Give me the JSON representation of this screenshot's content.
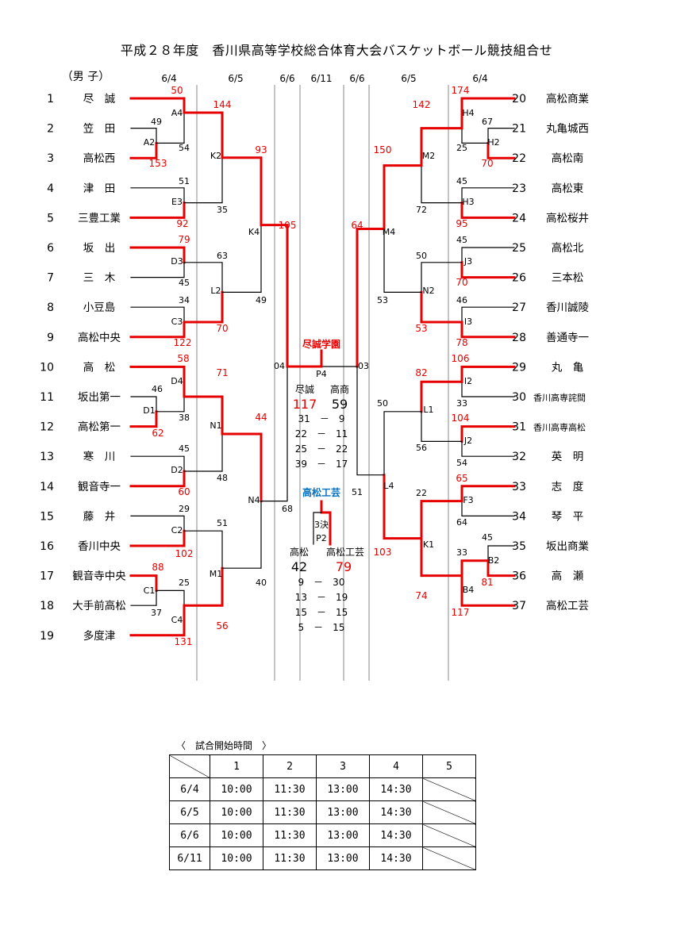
{
  "title": "平成２８年度　香川県高等学校総合体育大会バスケットボール競技組合せ",
  "division": "（男 子）",
  "colors": {
    "winner": "#e60000",
    "line": "#000000",
    "final_red": "#e60000",
    "third_blue": "#0070c0"
  },
  "date_headers": [
    "6/4",
    "6/5",
    "6/6",
    "6/11",
    "6/6",
    "6/5",
    "6/4"
  ],
  "teams_left": [
    {
      "num": "1",
      "name": "尽　誠"
    },
    {
      "num": "2",
      "name": "笠　田"
    },
    {
      "num": "3",
      "name": "高松西"
    },
    {
      "num": "4",
      "name": "津　田"
    },
    {
      "num": "5",
      "name": "三豊工業"
    },
    {
      "num": "6",
      "name": "坂　出"
    },
    {
      "num": "7",
      "name": "三　木"
    },
    {
      "num": "8",
      "name": "小豆島"
    },
    {
      "num": "9",
      "name": "高松中央"
    },
    {
      "num": "10",
      "name": "高　松"
    },
    {
      "num": "11",
      "name": "坂出第一"
    },
    {
      "num": "12",
      "name": "高松第一"
    },
    {
      "num": "13",
      "name": "寒　川"
    },
    {
      "num": "14",
      "name": "観音寺一"
    },
    {
      "num": "15",
      "name": "藤　井"
    },
    {
      "num": "16",
      "name": "香川中央"
    },
    {
      "num": "17",
      "name": "観音寺中央"
    },
    {
      "num": "18",
      "name": "大手前高松"
    },
    {
      "num": "19",
      "name": "多度津"
    }
  ],
  "teams_right": [
    {
      "num": "20",
      "name": "高松商業"
    },
    {
      "num": "21",
      "name": "丸亀城西"
    },
    {
      "num": "22",
      "name": "高松南"
    },
    {
      "num": "23",
      "name": "高松東"
    },
    {
      "num": "24",
      "name": "高松桜井"
    },
    {
      "num": "25",
      "name": "高松北"
    },
    {
      "num": "26",
      "name": "三本松"
    },
    {
      "num": "27",
      "name": "香川誠陵"
    },
    {
      "num": "28",
      "name": "善通寺一"
    },
    {
      "num": "29",
      "name": "丸　亀"
    },
    {
      "num": "30",
      "name": "香川高専詫間"
    },
    {
      "num": "31",
      "name": "香川高専高松"
    },
    {
      "num": "32",
      "name": "英　明"
    },
    {
      "num": "33",
      "name": "志　度"
    },
    {
      "num": "34",
      "name": "琴　平"
    },
    {
      "num": "35",
      "name": "坂出商業"
    },
    {
      "num": "36",
      "name": "高　瀬"
    },
    {
      "num": "37",
      "name": "高松工芸"
    }
  ],
  "game_labels_left": [
    "A4",
    "A2",
    "E3",
    "D3",
    "C3",
    "D4",
    "D1",
    "D2",
    "C2",
    "C1",
    "C4",
    "K2",
    "L2",
    "N1",
    "M1",
    "K4",
    "N4"
  ],
  "game_labels_right": [
    "H4",
    "H2",
    "H3",
    "J3",
    "I3",
    "I2",
    "J2",
    "F3",
    "B2",
    "B4",
    "M2",
    "N2",
    "L1",
    "K1",
    "M4",
    "L4"
  ],
  "scores": {
    "l1": "50",
    "l2": "49",
    "l3": "153",
    "l23": "54",
    "l4": "51",
    "l5": "92",
    "l6": "79",
    "l7": "45",
    "l8": "34",
    "l9": "122",
    "l10": "58",
    "l11": "46",
    "l12": "62",
    "l1112": "38",
    "l13": "45",
    "l14": "60",
    "l15": "29",
    "l16": "102",
    "l17": "88",
    "l18": "37",
    "l17w": "25",
    "l19": "131",
    "a4": "144",
    "e3": "35",
    "d3": "63",
    "c3": "70",
    "d4": "71",
    "d2": "48",
    "c2": "51",
    "c4": "56",
    "k2": "93",
    "n1": "44",
    "m1": "40",
    "k4": "105",
    "n4": "68",
    "r20": "174",
    "r21": "67",
    "r22": "70",
    "r2122": "25",
    "r23": "45",
    "r24": "95",
    "r25": "45",
    "r26": "70",
    "r27": "46",
    "r28": "78",
    "r29": "106",
    "r30": "33",
    "r31": "104",
    "r32": "54",
    "r33": "65",
    "r34": "64",
    "r35": "45",
    "r36": "81",
    "r37": "117",
    "r3536": "33",
    "h4": "142",
    "h3": "72",
    "j3": "50",
    "i3": "53",
    "i2": "82",
    "j2": "56",
    "f3": "22",
    "b4": "74",
    "m2": "150",
    "n2": "53",
    "k1": "103",
    "m4": "64"
  },
  "final": {
    "winner": "尽誠学園",
    "left_code": "04",
    "right_code": "03",
    "label": "P4",
    "team_a": "尽誠",
    "team_b": "高商",
    "score_a": "117",
    "score_b": "59",
    "quarters": [
      "31　－　9",
      "22　－　11",
      "25　－　22",
      "39　－　17"
    ]
  },
  "third": {
    "winner": "高松工芸",
    "label_a": "3決",
    "label_b": "P2",
    "team_a": "高松",
    "team_b": "高松工芸",
    "score_a": "42",
    "score_b": "79",
    "quarters": [
      "9　－　30",
      "13　－　19",
      "15　－　15",
      "5　－　15"
    ]
  },
  "schedule": {
    "title": "〈　試合開始時間　〉",
    "columns": [
      "1",
      "2",
      "3",
      "4",
      "5"
    ],
    "rows": [
      {
        "date": "6/4",
        "times": [
          "10:00",
          "11:30",
          "13:00",
          "14:30"
        ]
      },
      {
        "date": "6/5",
        "times": [
          "10:00",
          "11:30",
          "13:00",
          "14:30"
        ]
      },
      {
        "date": "6/6",
        "times": [
          "10:00",
          "11:30",
          "13:00",
          "14:30"
        ]
      },
      {
        "date": "6/11",
        "times": [
          "10:00",
          "11:30",
          "13:00",
          "14:30"
        ]
      }
    ]
  }
}
